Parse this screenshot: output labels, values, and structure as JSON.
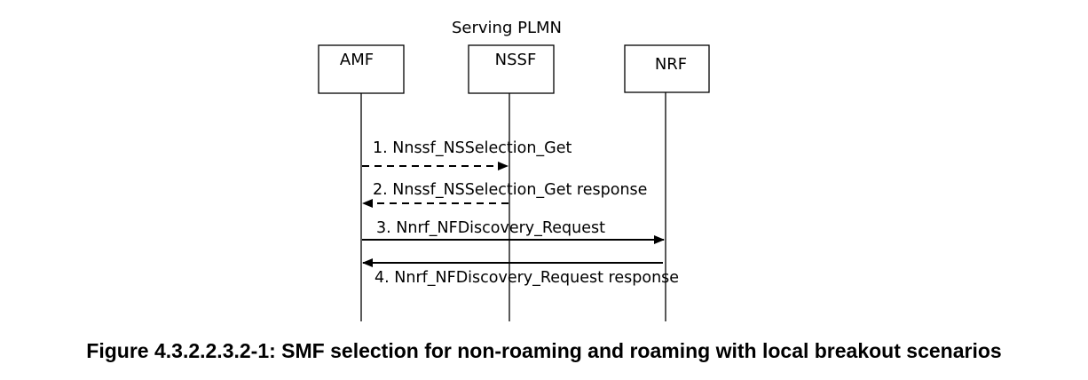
{
  "diagram": {
    "group_label": "Serving PLMN",
    "nodes": [
      {
        "id": "amf",
        "label": "AMF"
      },
      {
        "id": "nssf",
        "label": "NSSF"
      },
      {
        "id": "nrf",
        "label": "NRF"
      }
    ],
    "messages": [
      {
        "label": "1. Nnssf_NSSelection_Get",
        "from": "amf",
        "to": "nssf",
        "style": "dashed"
      },
      {
        "label": "2. Nnssf_NSSelection_Get response",
        "from": "nssf",
        "to": "amf",
        "style": "dashed"
      },
      {
        "label": "3. Nnrf_NFDiscovery_Request",
        "from": "amf",
        "to": "nrf",
        "style": "solid"
      },
      {
        "label": "4. Nnrf_NFDiscovery_Request response",
        "from": "nrf",
        "to": "amf",
        "style": "solid"
      }
    ]
  },
  "caption": "Figure 4.3.2.2.3.2-1: SMF selection for non-roaming and roaming with local breakout scenarios"
}
